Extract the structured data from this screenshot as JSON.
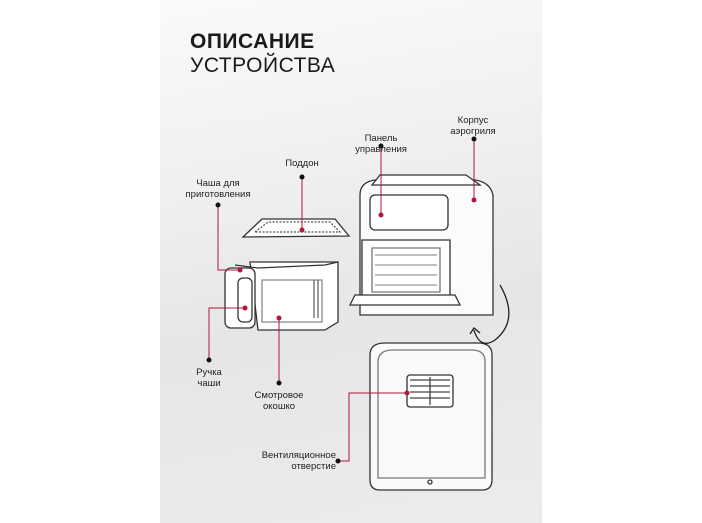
{
  "title": {
    "line1": "ОПИСАНИЕ",
    "line2": "УСТРОЙСТВА"
  },
  "labels": {
    "bowl": "Чаша для приготовления",
    "tray": "Поддон",
    "panel": "Панель управления",
    "body": "Корпус аэрогриля",
    "handle": "Ручка чаши",
    "window": "Смотровое окошко",
    "vent": "Вентиляционное отверстие"
  },
  "colors": {
    "accent": "#b3163c",
    "line": "#222222"
  }
}
